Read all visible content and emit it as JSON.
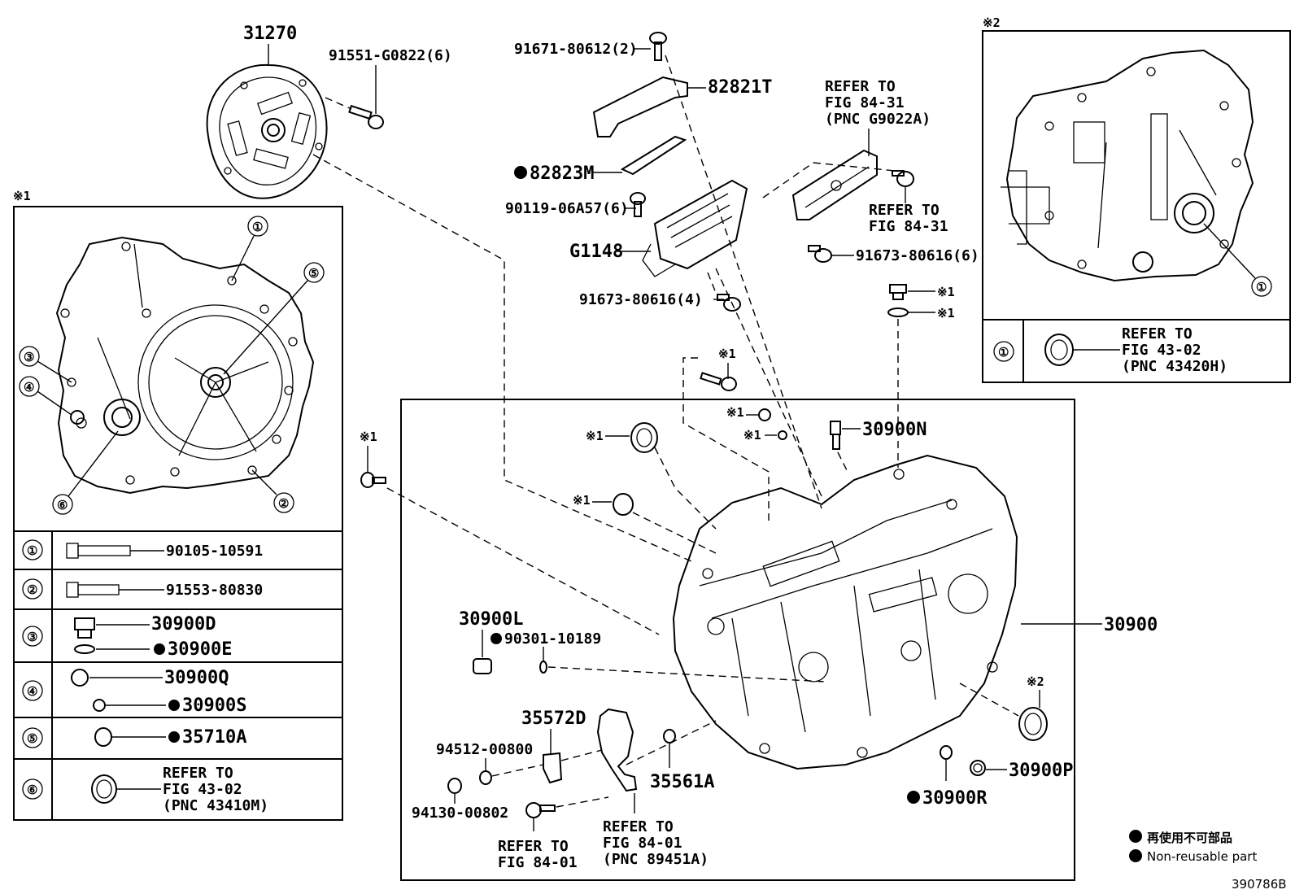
{
  "diagram_id": "390786B",
  "legend": {
    "line_jp": "再使用不可部品",
    "line_en": "Non-reusable part"
  },
  "inset1": {
    "mark": "※1",
    "callouts": [
      "①",
      "②",
      "③",
      "④",
      "⑤",
      "⑥"
    ],
    "table": [
      {
        "no": "①",
        "parts": [
          "90105-10591"
        ]
      },
      {
        "no": "②",
        "parts": [
          "91553-80830"
        ]
      },
      {
        "no": "③",
        "parts": [
          "30900D",
          "30900E"
        ]
      },
      {
        "no": "④",
        "parts": [
          "30900Q",
          "30900S"
        ]
      },
      {
        "no": "⑤",
        "parts": [
          "35710A"
        ]
      },
      {
        "no": "⑥",
        "parts": [
          "REFER TO",
          "FIG 43-02",
          "(PNC 43410M)"
        ]
      }
    ]
  },
  "inset2": {
    "mark": "※2",
    "callout": "①",
    "table": {
      "no": "①",
      "parts": [
        "REFER TO",
        "FIG 43-02",
        "(PNC 43420H)"
      ]
    }
  },
  "parts": {
    "p31270": "31270",
    "p91551": "91551-G0822(6)",
    "p91671": "91671-80612(2)",
    "p82821T": "82821T",
    "p82823M": "82823M",
    "p90119": "90119-06A57(6)",
    "pG1148": "G1148",
    "p91673_4": "91673-80616(4)",
    "p91673_6": "91673-80616(6)",
    "refer8431a": [
      "REFER TO",
      "FIG 84-31",
      "(PNC G9022A)"
    ],
    "refer8431b": [
      "REFER TO",
      "FIG 84-31"
    ],
    "p30900N": "30900N",
    "p30900": "30900",
    "p30900L": "30900L",
    "p90301": "90301-10189",
    "p35572D": "35572D",
    "p94512": "94512-00800",
    "p94130": "94130-00802",
    "p35561A": "35561A",
    "p30900R": "30900R",
    "p30900P": "30900P",
    "refer8401a": [
      "REFER TO",
      "FIG 84-01"
    ],
    "refer8401b": [
      "REFER TO",
      "FIG 84-01",
      "(PNC 89451A)"
    ],
    "mark1": "※1",
    "mark2": "※2"
  }
}
